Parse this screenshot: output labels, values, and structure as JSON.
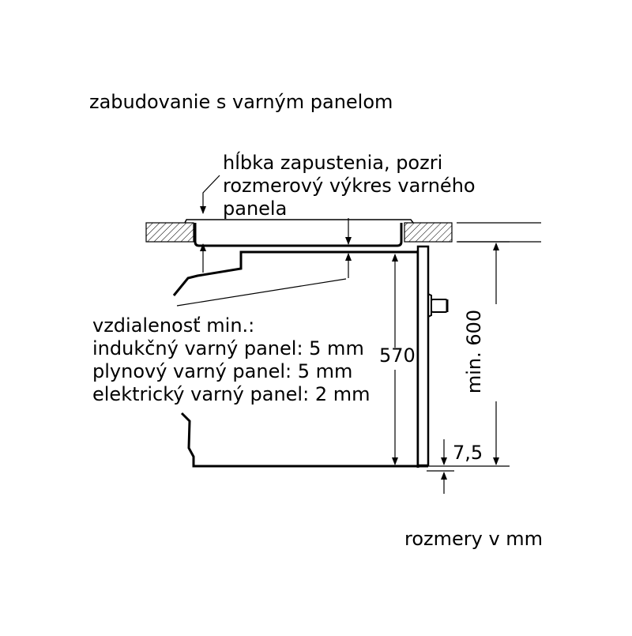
{
  "title": "zabudovanie s varným panelom",
  "units_note": "rozmery v mm",
  "depth_note": {
    "lines": [
      "hĺbka zapustenia, pozri",
      "rozmerový výkres varného",
      "panela"
    ]
  },
  "clearance_note": {
    "lines": [
      "vzdialenosť min.:",
      "indukčný varný panel: 5 mm",
      "plynový varný panel: 5 mm",
      "elektrický varný panel: 2 mm"
    ]
  },
  "dimensions": {
    "oven_height": "570",
    "cabinet_height": "min. 600",
    "bottom_gap": "7,5"
  }
}
